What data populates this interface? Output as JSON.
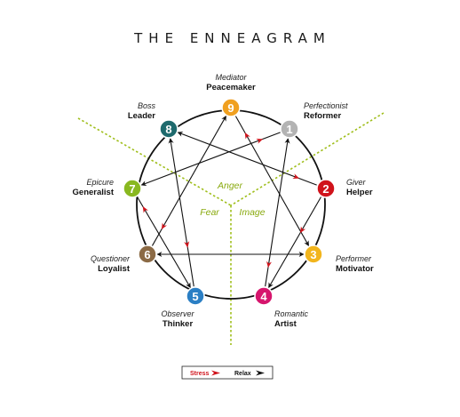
{
  "title": "THE ENNEAGRAM",
  "points": [
    {
      "num": "9",
      "role": "Mediator",
      "name": "Peacemaker",
      "color": "#f0a020"
    },
    {
      "num": "1",
      "role": "Perfectionist",
      "name": "Reformer",
      "color": "#b3b3b3"
    },
    {
      "num": "2",
      "role": "Giver",
      "name": "Helper",
      "color": "#d0131b"
    },
    {
      "num": "3",
      "role": "Performer",
      "name": "Motivator",
      "color": "#f2b51d"
    },
    {
      "num": "4",
      "role": "Romantic",
      "name": "Artist",
      "color": "#d6156d"
    },
    {
      "num": "5",
      "role": "Observer",
      "name": "Thinker",
      "color": "#2b7fc4"
    },
    {
      "num": "6",
      "role": "Questioner",
      "name": "Loyalist",
      "color": "#8b6a45"
    },
    {
      "num": "7",
      "role": "Epicure",
      "name": "Generalist",
      "color": "#89b820"
    },
    {
      "num": "8",
      "role": "Boss",
      "name": "Leader",
      "color": "#1e6a6d"
    }
  ],
  "zones": {
    "anger": "Anger",
    "fear": "Fear",
    "image": "Image"
  },
  "legend": {
    "stress": "Stress",
    "relax": "Relax"
  },
  "colors": {
    "stress": "#d0131b",
    "relax": "#111111",
    "divider": "#9fbe1b",
    "circle": "#111111"
  }
}
